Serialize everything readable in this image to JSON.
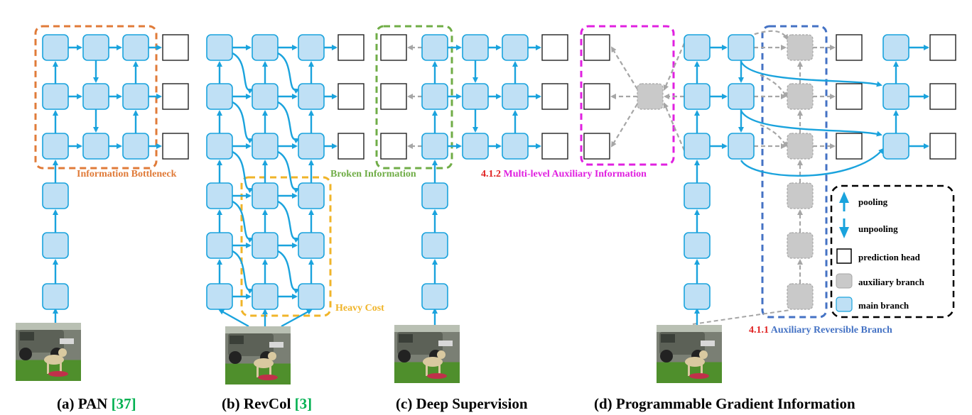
{
  "colors": {
    "main_fill": "#bfe0f5",
    "main_stroke": "#1aa3dd",
    "arrow": "#1aa3dd",
    "aux_fill": "#c9c9c9",
    "aux_stroke": "#a6a6a6",
    "aux_arrow": "#a6a6a6",
    "orange": "#e07b39",
    "yellow": "#f0b429",
    "green": "#70ad47",
    "magenta": "#e020e0",
    "blue": "#4472c4",
    "red": "#e02020",
    "citation_green": "#00b050",
    "black": "#000000"
  },
  "annotations": {
    "info_bottleneck": "Information  Bottleneck",
    "heavy_cost": "Heavy Cost",
    "broken_info": "Broken Information",
    "multi_level_num": "4.1.2 ",
    "multi_level_text": "Multi-level Auxiliary  Information",
    "aux_rev_num": "4.1.1 ",
    "aux_rev_text": "Auxiliary  Reversible Branch"
  },
  "captions": [
    {
      "text": "(a) PAN ",
      "ref": "[37]"
    },
    {
      "text": "(b) RevCol ",
      "ref": "[3]"
    },
    {
      "text": "(c) Deep Supervision",
      "ref": ""
    },
    {
      "text": "(d) Programmable Gradient Information",
      "ref": ""
    }
  ],
  "legend": {
    "items": [
      {
        "icon": "up-arrow-icon",
        "label": "pooling"
      },
      {
        "icon": "down-arrow-icon",
        "label": "unpooling"
      },
      {
        "icon": "prediction-head-icon",
        "label": "prediction head"
      },
      {
        "icon": "auxiliary-branch-icon",
        "label": "auxiliary  branch"
      },
      {
        "icon": "main-branch-icon",
        "label": "main branch"
      }
    ]
  },
  "input_image": {
    "icon": "jeep-and-dog-photo"
  }
}
